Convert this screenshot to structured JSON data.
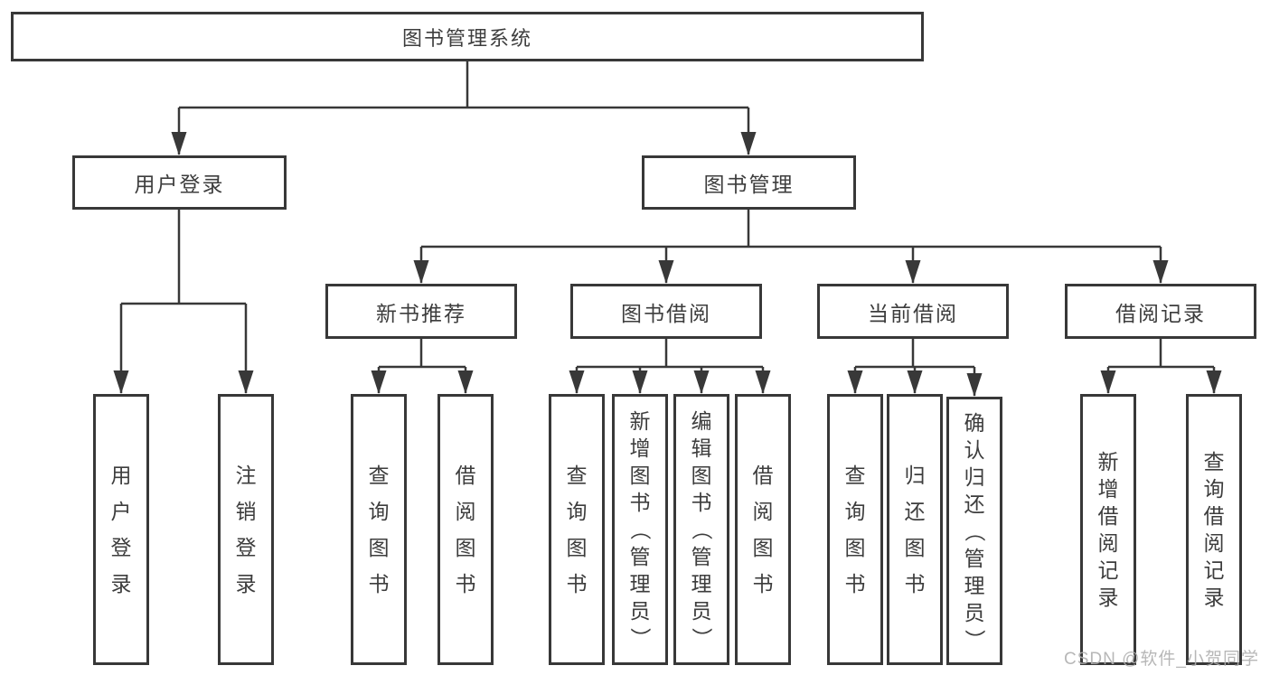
{
  "diagram": {
    "root": {
      "label": "图书管理系统"
    },
    "level2": [
      {
        "id": "user-login",
        "label": "用户登录"
      },
      {
        "id": "book-management",
        "label": "图书管理"
      }
    ],
    "level3": [
      {
        "id": "new-book-recommend",
        "label": "新书推荐"
      },
      {
        "id": "book-borrow",
        "label": "图书借阅"
      },
      {
        "id": "current-borrow",
        "label": "当前借阅"
      },
      {
        "id": "borrow-records",
        "label": "借阅记录"
      }
    ],
    "leaves": [
      {
        "id": "user-login-leaf",
        "label": "用户登录"
      },
      {
        "id": "logout-leaf",
        "label": "注销登录"
      },
      {
        "id": "newbook-query-book",
        "label": "查询图书"
      },
      {
        "id": "newbook-borrow-book",
        "label": "借阅图书"
      },
      {
        "id": "borrow-query-book",
        "label": "查询图书"
      },
      {
        "id": "borrow-add-book-admin",
        "label": "新增图书（管理员）"
      },
      {
        "id": "borrow-edit-book-admin",
        "label": "编辑图书（管理员）"
      },
      {
        "id": "borrow-borrow-book",
        "label": "借阅图书"
      },
      {
        "id": "current-query-book",
        "label": "查询图书"
      },
      {
        "id": "current-return-book",
        "label": "归还图书"
      },
      {
        "id": "current-confirm-return-admin",
        "label": "确认归还（管理员）"
      },
      {
        "id": "records-add-record",
        "label": "新增借阅记录"
      },
      {
        "id": "records-query-record",
        "label": "查询借阅记录"
      }
    ],
    "watermark": "CSDN @软件_小贺同学"
  },
  "colors": {
    "line": "#383838",
    "text": "#3d3d3d",
    "background": "#ffffff",
    "watermark": "#b0b0b0"
  }
}
